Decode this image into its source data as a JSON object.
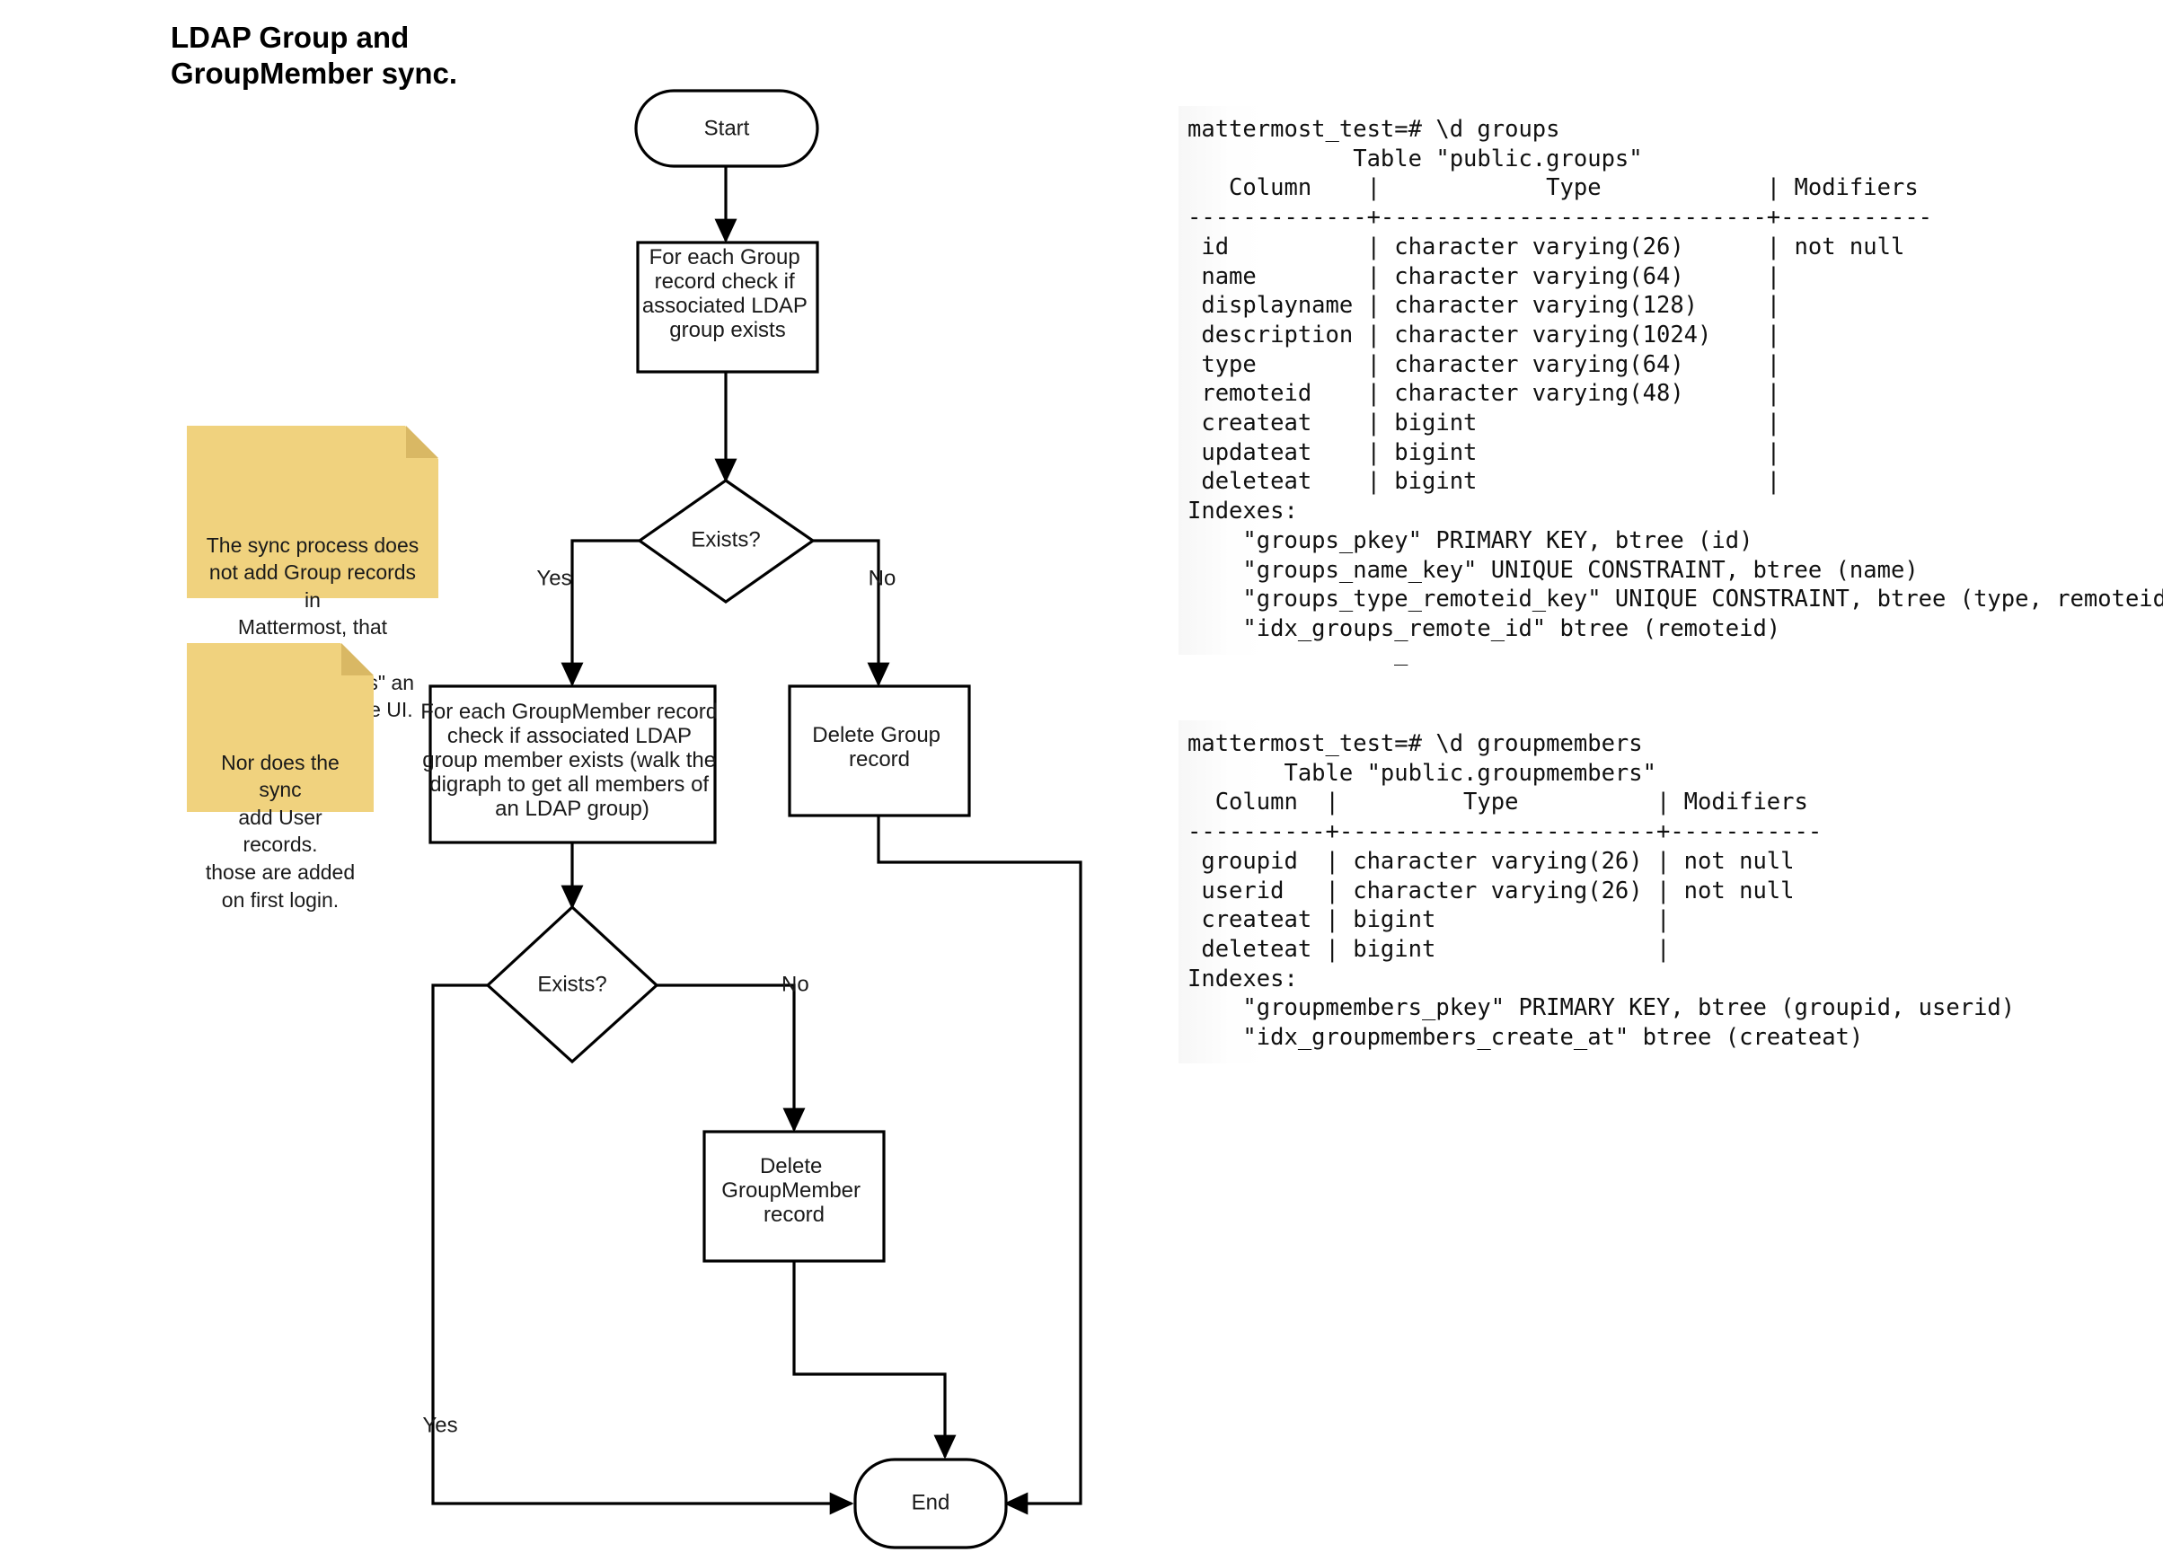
{
  "title": "LDAP Group and\nGroupMember sync.",
  "flowchart": {
    "nodes": {
      "start": "Start",
      "check_group": "For each Group\nrecord check if\nassociated LDAP\ngroup exists",
      "exists_1": "Exists?",
      "check_groupmember": "For each GroupMember record\ncheck if associated LDAP\ngroup member exists (walk the\ndigraph to get all members of\nan LDAP group)",
      "delete_group": "Delete Group\nrecord",
      "exists_2": "Exists?",
      "delete_groupmember": "Delete\nGroupMember\nrecord",
      "end": "End"
    },
    "edge_labels": {
      "exists1_yes": "Yes",
      "exists1_no": "No",
      "exists2_no": "No",
      "exists2_yes": "Yes"
    }
  },
  "sticky_notes": [
    {
      "id": "note-sync-no-group-add",
      "text": "The sync process does\nnot add Group records in\nMattermost, that happens\nwhen a user \"links\" an\nLDAP group in the UI."
    },
    {
      "id": "note-sync-no-user-add",
      "text": "Nor does the sync\nadd User records.\nthose are added\non first login."
    }
  ],
  "terminals": {
    "groups": {
      "lines": [
        "mattermost_test=# \\d groups",
        "            Table \"public.groups\"",
        "   Column    |            Type            | Modifiers",
        "-------------+----------------------------+-----------",
        " id          | character varying(26)      | not null",
        " name        | character varying(64)      |",
        " displayname | character varying(128)     |",
        " description | character varying(1024)    |",
        " type        | character varying(64)      |",
        " remoteid    | character varying(48)      |",
        " createat    | bigint                     |",
        " updateat    | bigint                     |",
        " deleteat    | bigint                     |",
        "Indexes:",
        "    \"groups_pkey\" PRIMARY KEY, btree (id)",
        "    \"groups_name_key\" UNIQUE CONSTRAINT, btree (name)",
        "    \"groups_type_remoteid_key\" UNIQUE CONSTRAINT, btree (type, remoteid)",
        "    \"idx_groups_remote_id\" btree (remoteid)"
      ]
    },
    "groupmembers": {
      "lines": [
        "mattermost_test=# \\d groupmembers",
        "       Table \"public.groupmembers\"",
        "  Column  |         Type          | Modifiers",
        "----------+-----------------------+-----------",
        " groupid  | character varying(26) | not null",
        " userid   | character varying(26) | not null",
        " createat | bigint                |",
        " deleteat | bigint                |",
        "Indexes:",
        "    \"groupmembers_pkey\" PRIMARY KEY, btree (groupid, userid)",
        "    \"idx_groupmembers_create_at\" btree (createat)"
      ]
    },
    "cursor": "_"
  }
}
